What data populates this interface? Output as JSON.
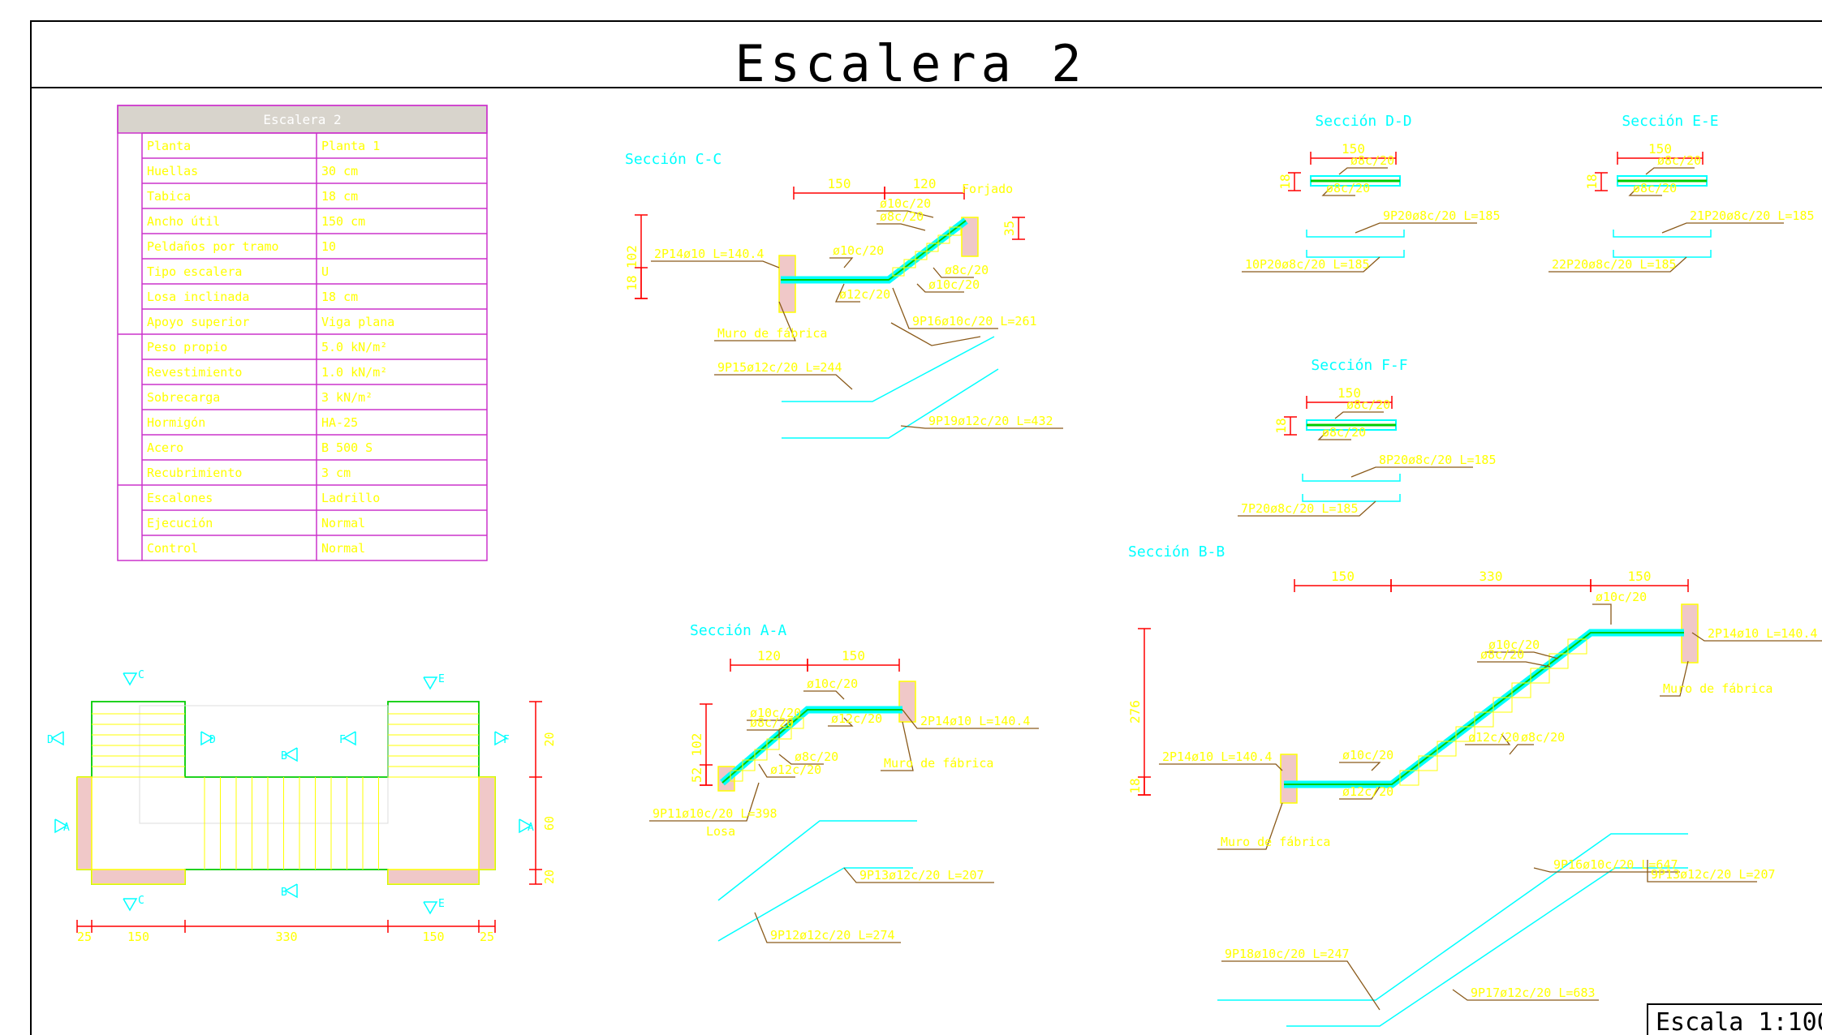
{
  "title": "Escalera 2",
  "scale_label": "Escala 1:100",
  "colors": {
    "frame": "#000000",
    "cyan": "#00ffff",
    "red": "#ff0000",
    "green": "#00cc00",
    "yellow": "#ffff00",
    "magenta": "#cc33cc",
    "brown": "#8a5a1a",
    "wall": "#f0c8c8",
    "table_header": "#d8d4cc"
  },
  "table": {
    "header": "Escalera 2",
    "rows": [
      {
        "label": "Planta",
        "value": "Planta 1"
      },
      {
        "label": "Huellas",
        "value": "30 cm"
      },
      {
        "label": "Tabica",
        "value": "18 cm"
      },
      {
        "label": "Ancho útil",
        "value": "150 cm"
      },
      {
        "label": "Peldaños por tramo",
        "value": "10"
      },
      {
        "label": "Tipo escalera",
        "value": "U"
      },
      {
        "label": "Losa inclinada",
        "value": "18 cm"
      },
      {
        "label": "Apoyo superior",
        "value": "Viga plana"
      },
      {
        "label": "Peso propio",
        "value": "5.0 kN/m²"
      },
      {
        "label": "Revestimiento",
        "value": "1.0 kN/m²"
      },
      {
        "label": "Sobrecarga",
        "value": "3 kN/m²"
      },
      {
        "label": "Hormigón",
        "value": "HA-25"
      },
      {
        "label": "Acero",
        "value": "B 500 S"
      },
      {
        "label": "Recubrimiento",
        "value": "3 cm"
      },
      {
        "label": "Escalones",
        "value": "Ladrillo"
      },
      {
        "label": "Ejecución",
        "value": "Normal"
      },
      {
        "label": "Control",
        "value": "Normal"
      }
    ]
  },
  "sections": {
    "cc": {
      "title": "Sección C-C",
      "dims": [
        "150",
        "120",
        "18",
        "102",
        "35"
      ],
      "labels": [
        "Forjado",
        "ø10c/20",
        "ø8c/20",
        "ø10c/20",
        "ø8c/20",
        "ø12c/20",
        "ø10c/20",
        "2P14ø10 L=140.4",
        "9P16ø10c/20 L=261",
        "Muro de fábrica",
        "9P15ø12c/20 L=244",
        "9P19ø12c/20 L=432"
      ]
    },
    "dd": {
      "title": "Sección D-D",
      "dims": [
        "150",
        "18"
      ],
      "labels": [
        "ø8c/20",
        "ø8c/20",
        "9P20ø8c/20 L=185",
        "10P20ø8c/20 L=185"
      ]
    },
    "ee": {
      "title": "Sección E-E",
      "dims": [
        "150",
        "18"
      ],
      "labels": [
        "ø8c/20",
        "ø8c/20",
        "21P20ø8c/20 L=185",
        "22P20ø8c/20 L=185"
      ]
    },
    "ff": {
      "title": "Sección F-F",
      "dims": [
        "150",
        "18"
      ],
      "labels": [
        "ø8c/20",
        "ø8c/20",
        "8P20ø8c/20 L=185",
        "7P20ø8c/20 L=185"
      ]
    },
    "aa": {
      "title": "Sección A-A",
      "dims": [
        "120",
        "150",
        "102",
        "52"
      ],
      "labels": [
        "ø10c/20",
        "ø10c/20",
        "ø8c/20",
        "ø8c/20",
        "ø12c/20",
        "ø12c/20",
        "2P14ø10 L=140.4",
        "Muro de fábrica",
        "9P11ø10c/20 L=398",
        "Losa",
        "9P13ø12c/20 L=207",
        "9P12ø12c/20 L=274"
      ]
    },
    "bb": {
      "title": "Sección B-B",
      "dims": [
        "150",
        "330",
        "150",
        "276",
        "18"
      ],
      "labels": [
        "ø10c/20",
        "ø10c/20",
        "ø8c/20",
        "2P14ø10 L=140.4",
        "Muro de fábrica",
        "2P14ø10 L=140.4",
        "ø10c/20",
        "ø12c/20",
        "ø8c/20",
        "ø12c/20",
        "Muro de fábrica",
        "9P16ø10c/20 L=647",
        "9P13ø12c/20 L=207",
        "9P18ø10c/20 L=247",
        "9P17ø12c/20 L=683"
      ]
    }
  },
  "plan": {
    "dims_h": [
      "25",
      "150",
      "330",
      "150",
      "25"
    ],
    "dims_v": [
      "20",
      "60",
      "20"
    ],
    "markers": [
      "A",
      "A",
      "B",
      "B",
      "C",
      "C",
      "D",
      "D",
      "E",
      "E",
      "F",
      "F"
    ]
  }
}
